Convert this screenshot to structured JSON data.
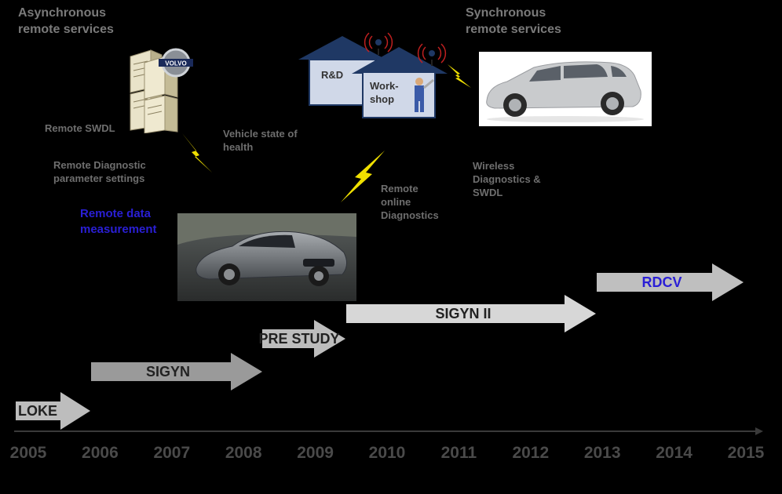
{
  "headings": {
    "async": [
      "Asynchronous",
      "remote services"
    ],
    "sync": [
      "Synchronous",
      "remote services"
    ]
  },
  "labels": {
    "remote_swdl": "Remote SWDL",
    "vehicle_state": [
      "Vehicle state of",
      "health"
    ],
    "remote_diag_params": [
      "Remote Diagnostic",
      "parameter settings"
    ],
    "remote_data_measurement": [
      "Remote data",
      "measurement"
    ],
    "remote_online_diag": [
      "Remote",
      "online",
      "Diagnostics"
    ],
    "wireless_diag": [
      "Wireless",
      "Diagnostics &",
      "SWDL"
    ]
  },
  "buildings": {
    "rd": "R&D",
    "workshop": [
      "Work-",
      "shop"
    ]
  },
  "server_logo": "VOLVO",
  "phases": [
    {
      "label": "LOKE",
      "color": "#bdbdbd"
    },
    {
      "label": "SIGYN",
      "color": "#9a9a9a"
    },
    {
      "label": "PRE STUDY",
      "color": "#bdbdbd"
    },
    {
      "label": "SIGYN II",
      "color": "#d7d7d7"
    },
    {
      "label": "RDCV",
      "color": "#bfbfbf",
      "text_color": "#2a1fd6"
    }
  ],
  "years": [
    "2005",
    "2006",
    "2007",
    "2008",
    "2009",
    "2010",
    "2011",
    "2012",
    "2013",
    "2014",
    "2015"
  ],
  "colors": {
    "background": "#000000",
    "house": "#d0d8e8",
    "roof": "#1f3864",
    "bolt": "#f0e000"
  }
}
